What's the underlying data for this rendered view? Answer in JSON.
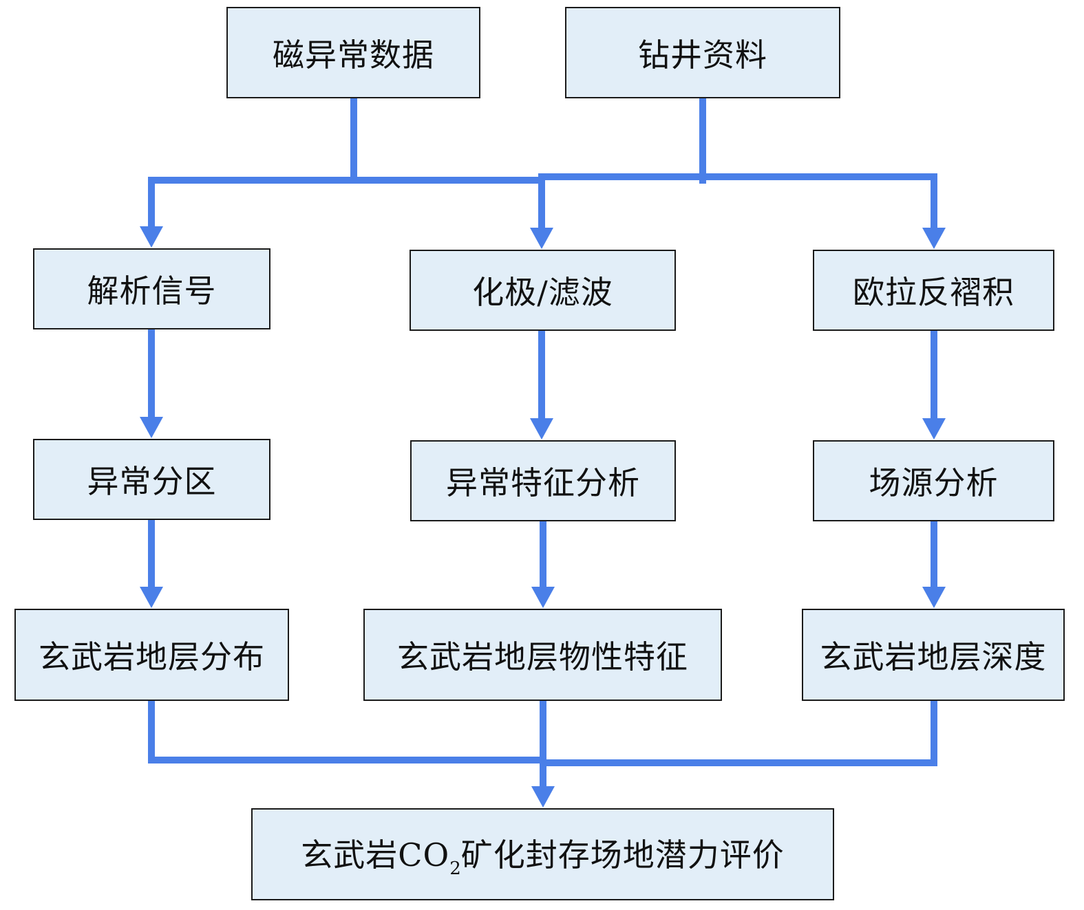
{
  "colors": {
    "connector": "#4a7fe8",
    "box_fill": "#e2eef8",
    "box_border": "#1a1a1a"
  },
  "nodes": {
    "magnetic_data": "磁异常数据",
    "drilling_data": "钻井资料",
    "analytic_signal": "解析信号",
    "rtp_filter": "化极/滤波",
    "euler_deconv": "欧拉反褶积",
    "anomaly_zoning": "异常分区",
    "anomaly_features": "异常特征分析",
    "source_analysis": "场源分析",
    "basalt_distribution": "玄武岩地层分布",
    "basalt_properties": "玄武岩地层物性特征",
    "basalt_depth": "玄武岩地层深度",
    "final_eval": {
      "prefix": "玄武岩CO",
      "subscript": "2",
      "suffix": "矿化封存场地潜力评价"
    }
  }
}
